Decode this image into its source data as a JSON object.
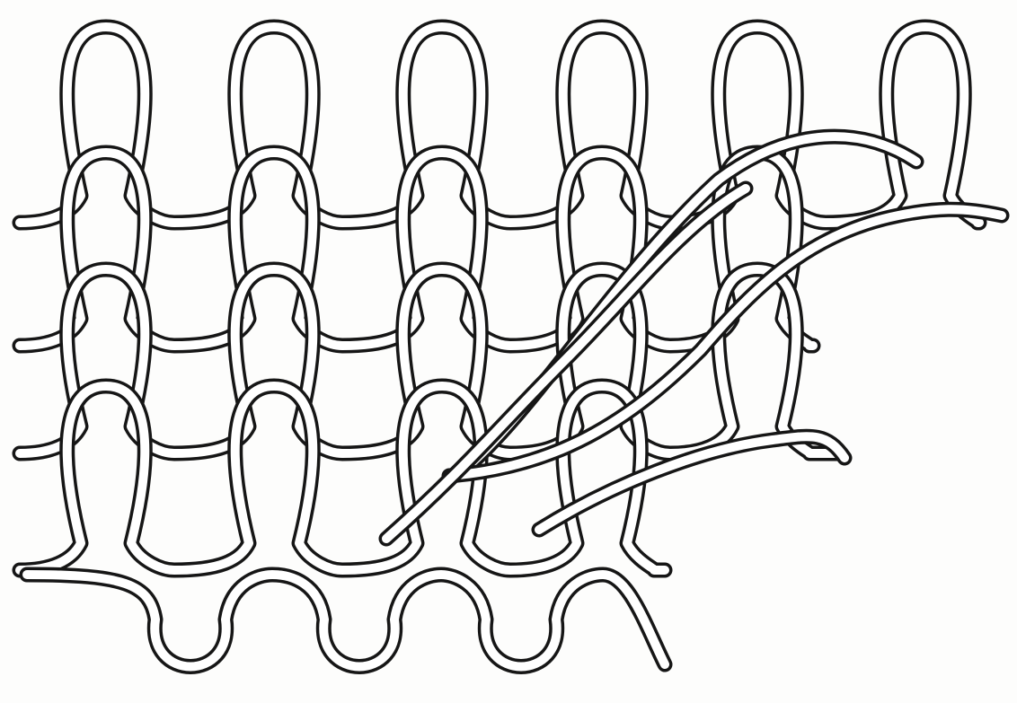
{
  "diagram": {
    "kind": "knitted-fabric-structure",
    "colors": {
      "background": "#fdfdfc",
      "yarn_outline": "#161616",
      "yarn_fill": "#ffffff"
    },
    "yarn_courses": [
      "course-1",
      "course-2",
      "course-3",
      "course-4",
      "course-5",
      "diagonal-transfer-1",
      "diagonal-transfer-2",
      "diagonal-transfer-3",
      "diagonal-transfer-4"
    ]
  }
}
